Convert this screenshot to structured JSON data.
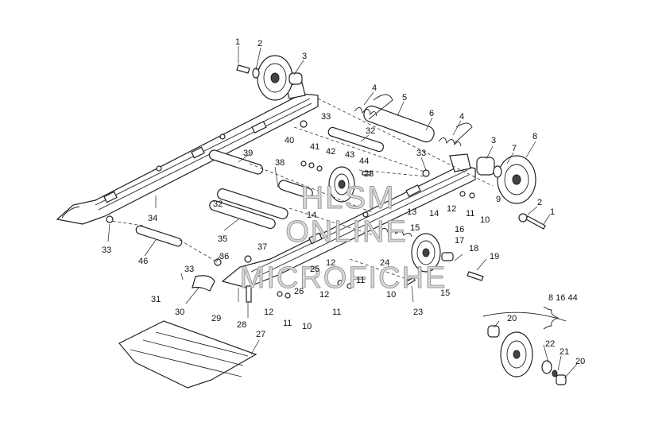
{
  "watermark": {
    "line1": "HLSM",
    "line2": "ONLINE",
    "line3": "MICROFICHE"
  },
  "kit_callout": "8  16  44",
  "callouts": [
    {
      "id": "c1a",
      "text": "1"
    },
    {
      "id": "c2a",
      "text": "2"
    },
    {
      "id": "c3a",
      "text": "3"
    },
    {
      "id": "c4a",
      "text": "4"
    },
    {
      "id": "c5",
      "text": "5"
    },
    {
      "id": "c6",
      "text": "6"
    },
    {
      "id": "c4b",
      "text": "4"
    },
    {
      "id": "c33a",
      "text": "33"
    },
    {
      "id": "c32a",
      "text": "32"
    },
    {
      "id": "c40",
      "text": "40"
    },
    {
      "id": "c41",
      "text": "41"
    },
    {
      "id": "c42",
      "text": "42"
    },
    {
      "id": "c43",
      "text": "43"
    },
    {
      "id": "c44",
      "text": "44"
    },
    {
      "id": "c39",
      "text": "39"
    },
    {
      "id": "c38",
      "text": "38"
    },
    {
      "id": "c33b",
      "text": "33"
    },
    {
      "id": "c3b",
      "text": "3"
    },
    {
      "id": "c8a",
      "text": "8"
    },
    {
      "id": "c7",
      "text": "7"
    },
    {
      "id": "c9",
      "text": "9"
    },
    {
      "id": "c23a",
      "text": "23"
    },
    {
      "id": "c12a",
      "text": "12"
    },
    {
      "id": "c11a",
      "text": "11"
    },
    {
      "id": "c10a",
      "text": "10"
    },
    {
      "id": "c2b",
      "text": "2"
    },
    {
      "id": "c1b",
      "text": "1"
    },
    {
      "id": "c32b",
      "text": "32"
    },
    {
      "id": "c14a",
      "text": "14"
    },
    {
      "id": "c13",
      "text": "13"
    },
    {
      "id": "c14b",
      "text": "14"
    },
    {
      "id": "c15a",
      "text": "15"
    },
    {
      "id": "c34",
      "text": "34"
    },
    {
      "id": "c33c",
      "text": "33"
    },
    {
      "id": "c35",
      "text": "35"
    },
    {
      "id": "c16",
      "text": "16"
    },
    {
      "id": "c17",
      "text": "17"
    },
    {
      "id": "c18",
      "text": "18"
    },
    {
      "id": "c19",
      "text": "19"
    },
    {
      "id": "c46",
      "text": "46"
    },
    {
      "id": "c36",
      "text": "36"
    },
    {
      "id": "c37",
      "text": "37"
    },
    {
      "id": "c33d",
      "text": "33"
    },
    {
      "id": "c12b",
      "text": "12"
    },
    {
      "id": "c24",
      "text": "24"
    },
    {
      "id": "c25",
      "text": "25"
    },
    {
      "id": "c11b",
      "text": "11"
    },
    {
      "id": "c15b",
      "text": "15"
    },
    {
      "id": "c31",
      "text": "31"
    },
    {
      "id": "c26",
      "text": "26"
    },
    {
      "id": "c12c",
      "text": "12"
    },
    {
      "id": "c10b",
      "text": "10"
    },
    {
      "id": "c23b",
      "text": "23"
    },
    {
      "id": "c30",
      "text": "30"
    },
    {
      "id": "c29",
      "text": "29"
    },
    {
      "id": "c28",
      "text": "28"
    },
    {
      "id": "c12d",
      "text": "12"
    },
    {
      "id": "c11c",
      "text": "11"
    },
    {
      "id": "c11d",
      "text": "11"
    },
    {
      "id": "c10c",
      "text": "10"
    },
    {
      "id": "c20a",
      "text": "20"
    },
    {
      "id": "c22",
      "text": "22"
    },
    {
      "id": "c21",
      "text": "21"
    },
    {
      "id": "c20b",
      "text": "20"
    },
    {
      "id": "c27",
      "text": "27"
    }
  ]
}
